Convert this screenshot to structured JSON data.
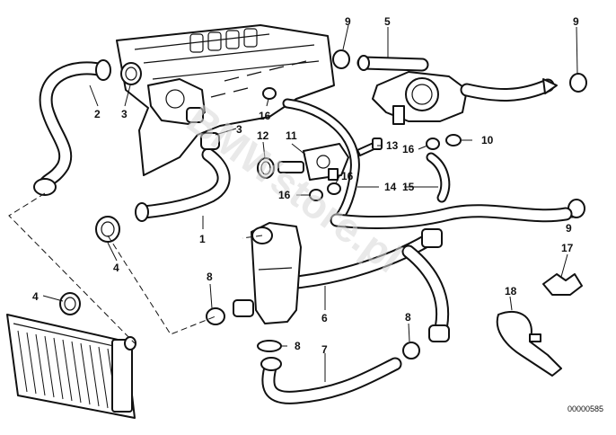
{
  "watermark": "BMWstore.pl",
  "diagram_code": "00000585",
  "callouts": {
    "c1": "1",
    "c2": "2",
    "c3a": "3",
    "c3b": "3",
    "c4a": "4",
    "c4b": "4",
    "c5": "5",
    "c6": "6",
    "c7": "7",
    "c8a": "8",
    "c8b": "8",
    "c8c": "8",
    "c9a": "9",
    "c9b": "9",
    "c9c": "9",
    "c10": "10",
    "c11": "11",
    "c12": "12",
    "c13": "13",
    "c14": "14",
    "c15": "15",
    "c16a": "16",
    "c16b": "16",
    "c16c": "16",
    "c16d": "16",
    "c17": "17",
    "c18": "18"
  }
}
